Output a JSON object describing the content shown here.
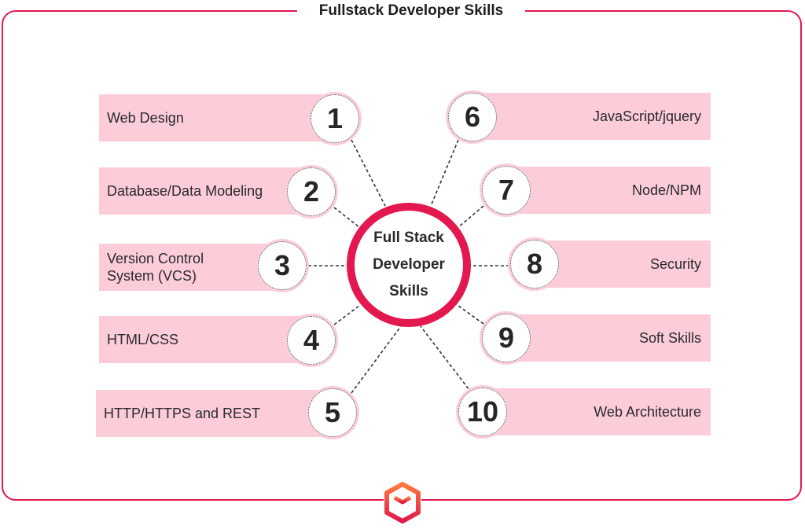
{
  "title": "Fullstack Developer Skills",
  "center_label": "Full Stack\nDeveloper\nSkills",
  "left_skills": [
    {
      "number": "1",
      "label": "Web Design"
    },
    {
      "number": "2",
      "label": "Database/Data Modeling"
    },
    {
      "number": "3",
      "label": "Version Control\nSystem (VCS)"
    },
    {
      "number": "4",
      "label": "HTML/CSS"
    },
    {
      "number": "5",
      "label": "HTTP/HTTPS and REST"
    }
  ],
  "right_skills": [
    {
      "number": "6",
      "label": "JavaScript/jquery"
    },
    {
      "number": "7",
      "label": "Node/NPM"
    },
    {
      "number": "8",
      "label": "Security"
    },
    {
      "number": "9",
      "label": "Soft Skills"
    },
    {
      "number": "10",
      "label": "Web Architecture"
    }
  ],
  "colors": {
    "accent": "#e2184e",
    "bar": "#fccdd8",
    "text": "#2a2a2a"
  },
  "logo_icon": "cube-logo-icon"
}
